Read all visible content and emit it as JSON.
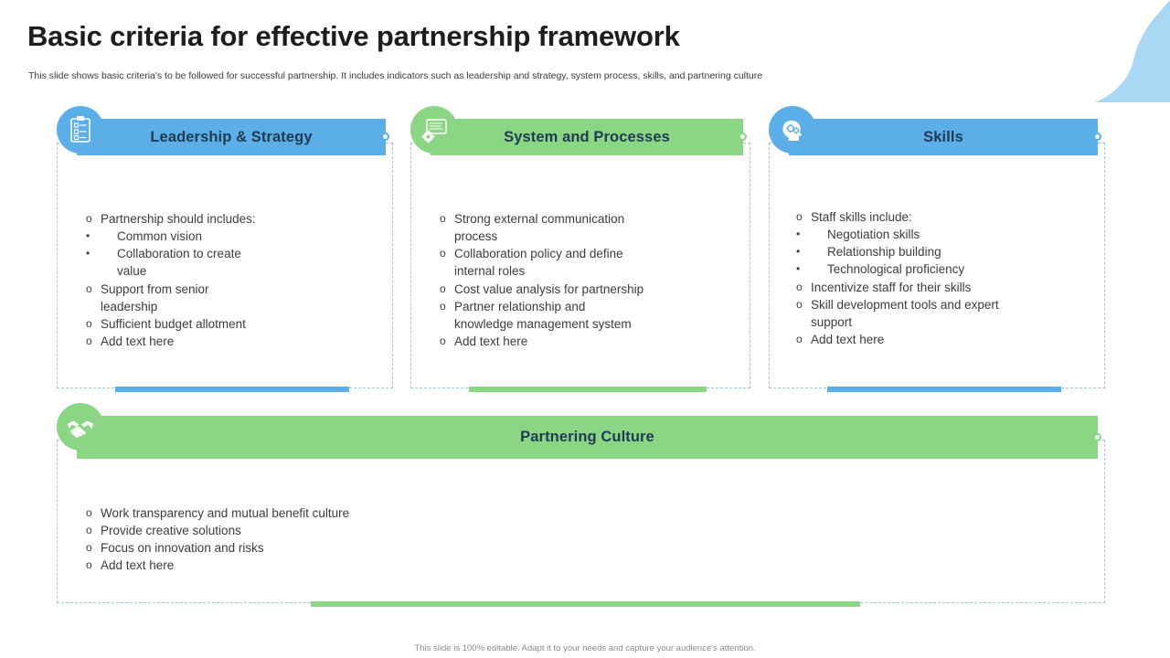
{
  "colors": {
    "blue": "#5BAEE8",
    "green": "#8BD685",
    "blob": "#A9D8F4",
    "dashed_border": "#9fc4df",
    "header_text": "#1f3b52",
    "body_text": "#3c3c3c",
    "title_text": "#1d1d1d"
  },
  "header": {
    "title": "Basic criteria for effective partnership framework",
    "subtitle": "This slide shows basic criteria's to be followed for successful partnership. It includes indicators such as leadership and strategy, system process, skills, and partnering culture"
  },
  "cards": [
    {
      "id": "leadership-and-strategy",
      "title": "Leadership & Strategy",
      "color": "#5BAEE8",
      "icon": "clipboard-checklist-icon",
      "items": [
        {
          "marker": "o",
          "level": 0,
          "text": "Partnership should includes:"
        },
        {
          "marker": "•",
          "level": 1,
          "text": "Common vision"
        },
        {
          "marker": "•",
          "level": 1,
          "text": "Collaboration to create value"
        },
        {
          "marker": "o",
          "level": 0,
          "text": "Support from senior leadership"
        },
        {
          "marker": "o",
          "level": 0,
          "text": "Sufficient budget allotment"
        },
        {
          "marker": "o",
          "level": 0,
          "text": "Add text here"
        }
      ]
    },
    {
      "id": "system-and-processes",
      "title": "System and Processes",
      "color": "#8BD685",
      "icon": "monitor-gear-icon",
      "items": [
        {
          "marker": "o",
          "level": 0,
          "text": "Strong external  communication process"
        },
        {
          "marker": "o",
          "level": 0,
          "text": "Collaboration policy and define internal roles"
        },
        {
          "marker": "o",
          "level": 0,
          "text": "Cost value  analysis for partnership"
        },
        {
          "marker": "o",
          "level": 0,
          "text": "Partner relationship and knowledge management  system"
        },
        {
          "marker": "o",
          "level": 0,
          "text": "Add text here"
        }
      ]
    },
    {
      "id": "skills",
      "title": "Skills",
      "color": "#5BAEE8",
      "icon": "head-gears-icon",
      "items": [
        {
          "marker": "o",
          "level": 0,
          "text": "Staff skills include:"
        },
        {
          "marker": "•",
          "level": 1,
          "text": "Negotiation skills"
        },
        {
          "marker": "•",
          "level": 1,
          "text": "Relationship  building"
        },
        {
          "marker": "•",
          "level": 1,
          "text": "Technological  proficiency"
        },
        {
          "marker": "o",
          "level": 0,
          "text": "Incentivize  staff for their skills"
        },
        {
          "marker": "o",
          "level": 0,
          "text": "Skill development tools and expert support"
        },
        {
          "marker": "o",
          "level": 0,
          "text": "Add text here"
        }
      ]
    },
    {
      "id": "partnering-culture",
      "title": "Partnering Culture",
      "color": "#8BD685",
      "icon": "handshake-icon",
      "items": [
        {
          "marker": "o",
          "level": 0,
          "text": "Work transparency and mutual  benefit culture"
        },
        {
          "marker": "o",
          "level": 0,
          "text": "Provide creative solutions"
        },
        {
          "marker": "o",
          "level": 0,
          "text": " Focus on innovation and risks"
        },
        {
          "marker": "o",
          "level": 0,
          "text": "Add text here"
        }
      ]
    }
  ],
  "footer": {
    "note": "This slide is 100% editable. Adapt it to your needs and capture your audience's attention."
  }
}
